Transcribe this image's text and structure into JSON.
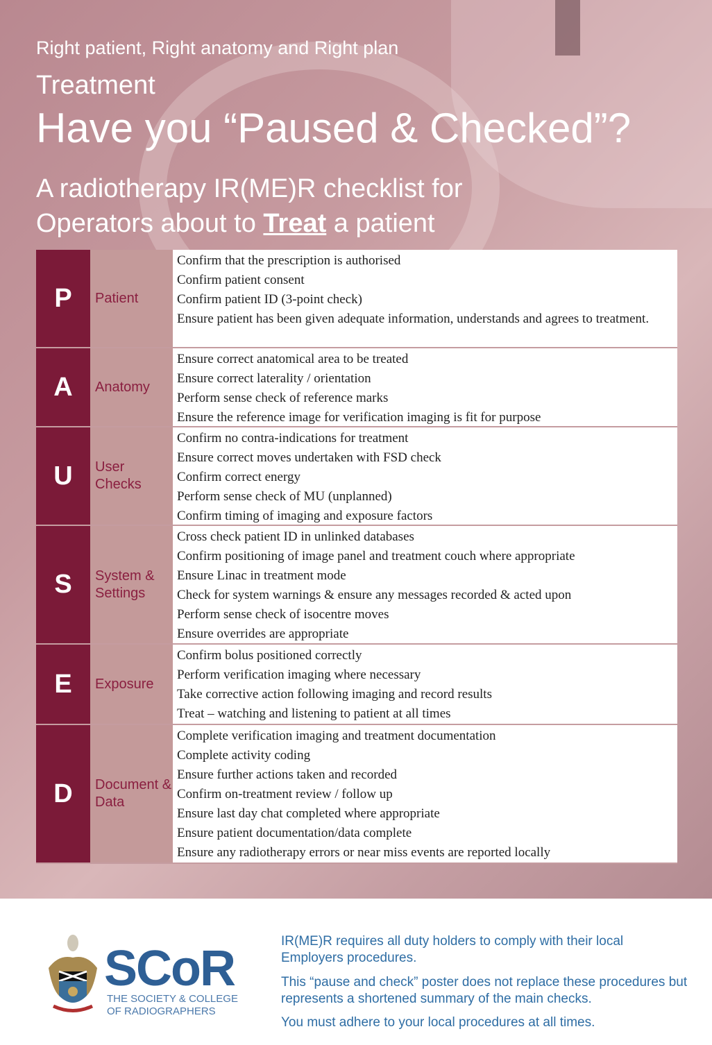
{
  "header": {
    "line1": "Right patient, Right anatomy and Right plan",
    "line2": "Treatment",
    "title": "Have you “Paused & Checked”?",
    "subtitle_a": "A radiotherapy IR(ME)R checklist for",
    "subtitle_b_pre": "Operators about to ",
    "subtitle_b_em": "Treat",
    "subtitle_b_post": " a  patient"
  },
  "colors": {
    "letter_bg": "#7b1a38",
    "label_bg": "#c49a9a",
    "label_text": "#8a1f40",
    "brand_blue": "#2e6da4"
  },
  "checklist": [
    {
      "letter": "P",
      "label": "Patient",
      "items": [
        "Confirm that the prescription is authorised",
        "Confirm patient consent",
        "Confirm patient ID (3-point check)",
        "Ensure patient has been given adequate information, understands and agrees to treatment."
      ]
    },
    {
      "letter": "A",
      "label": "Anatomy",
      "items": [
        "Ensure correct anatomical area to be treated",
        "Ensure correct laterality / orientation",
        "Perform sense check of reference marks",
        "Ensure the reference image for verification imaging is fit for purpose"
      ]
    },
    {
      "letter": "U",
      "label": "User Checks",
      "items": [
        "Confirm no contra-indications for treatment",
        "Ensure correct moves undertaken with FSD check",
        "Confirm correct energy",
        "Perform sense check of MU (unplanned)",
        "Confirm timing of imaging and exposure factors"
      ]
    },
    {
      "letter": "S",
      "label": "System & Settings",
      "items": [
        "Cross check patient ID in unlinked databases",
        "Confirm positioning of image panel and treatment couch where appropriate",
        "Ensure Linac in treatment mode",
        "Check for system warnings & ensure any messages recorded & acted upon",
        "Perform sense check of isocentre moves",
        "Ensure overrides are appropriate"
      ]
    },
    {
      "letter": "E",
      "label": "Exposure",
      "items": [
        "Confirm bolus positioned correctly",
        "Perform verification imaging where necessary",
        "Take corrective action following imaging and record results",
        "Treat – watching and listening to patient at all times"
      ]
    },
    {
      "letter": "D",
      "label": "Document & Data",
      "items": [
        "Complete verification imaging and treatment documentation",
        "Complete activity coding",
        "Ensure further actions taken and recorded",
        "Confirm on-treatment review / follow up",
        "Ensure last day chat completed where appropriate",
        "Ensure patient documentation/data complete",
        "Ensure any radiotherapy errors or near miss events are reported locally"
      ]
    }
  ],
  "footer": {
    "logo_text": "SCoR",
    "logo_sub1": "THE SOCIETY & COLLEGE",
    "logo_sub2": "OF RADIOGRAPHERS",
    "note1": "IR(ME)R requires all duty holders to comply with their local Employers procedures.",
    "note2": "This “pause and check” poster does not replace these procedures but represents a shortened summary of the main checks.",
    "note3": "You must adhere to your local procedures at all times."
  }
}
